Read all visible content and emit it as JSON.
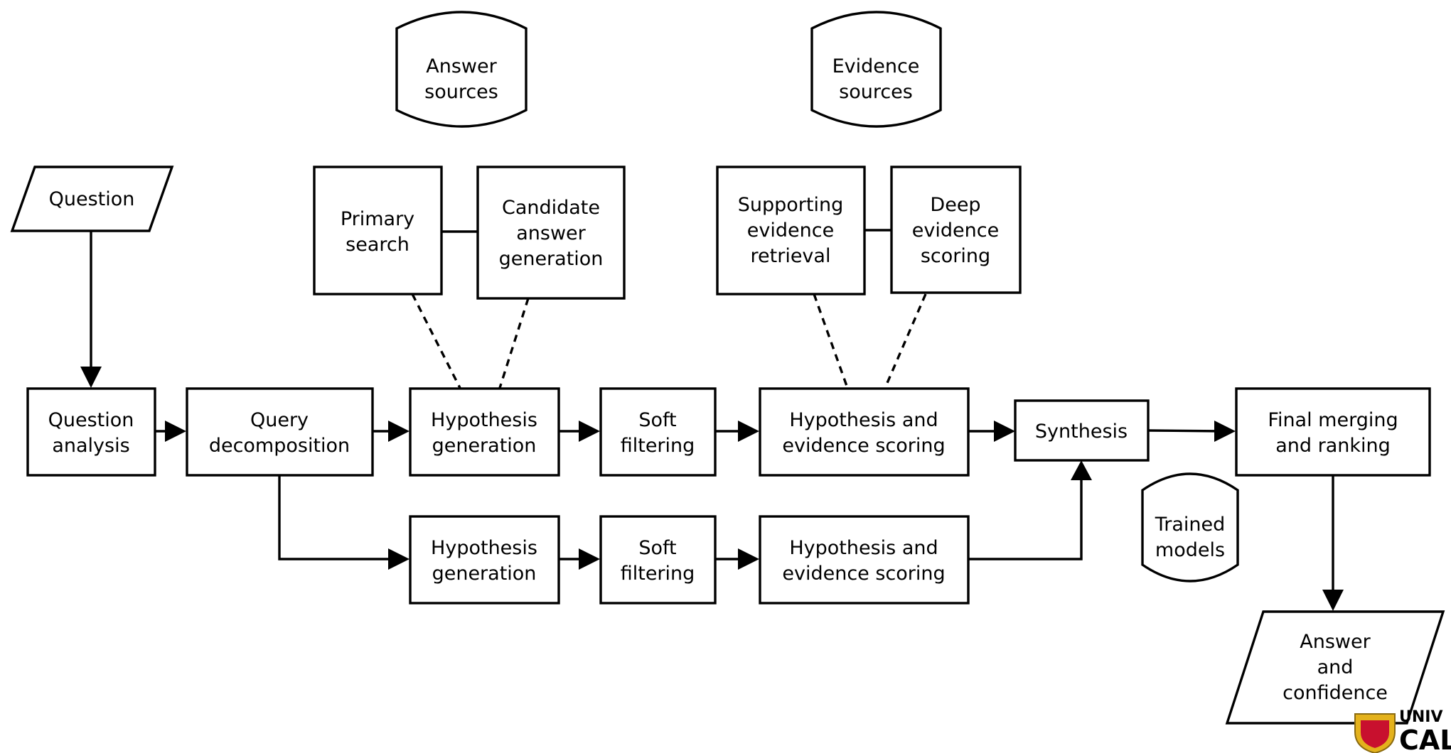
{
  "nodes": {
    "answer_sources": [
      "Answer",
      "sources"
    ],
    "evidence_sources": [
      "Evidence",
      "sources"
    ],
    "question": [
      "Question"
    ],
    "primary_search": [
      "Primary",
      "search"
    ],
    "candidate_answer_generation": [
      "Candidate",
      "answer",
      "generation"
    ],
    "supporting_evidence_retrieval": [
      "Supporting",
      "evidence",
      "retrieval"
    ],
    "deep_evidence_scoring": [
      "Deep",
      "evidence",
      "scoring"
    ],
    "question_analysis": [
      "Question",
      "analysis"
    ],
    "query_decomposition": [
      "Query",
      "decomposition"
    ],
    "hypothesis_generation_1": [
      "Hypothesis",
      "generation"
    ],
    "soft_filtering_1": [
      "Soft",
      "filtering"
    ],
    "hypothesis_evidence_scoring_1": [
      "Hypothesis and",
      "evidence scoring"
    ],
    "synthesis": [
      "Synthesis"
    ],
    "final_merging_ranking": [
      "Final merging",
      "and ranking"
    ],
    "hypothesis_generation_2": [
      "Hypothesis",
      "generation"
    ],
    "soft_filtering_2": [
      "Soft",
      "filtering"
    ],
    "hypothesis_evidence_scoring_2": [
      "Hypothesis and",
      "evidence scoring"
    ],
    "trained_models": [
      "Trained",
      "models"
    ],
    "answer_confidence": [
      "Answer",
      "and",
      "confidence"
    ]
  },
  "logo": {
    "line1": "UNIV",
    "line2": "CAL",
    "shield_color": "#e4b21c",
    "shield_inner_color": "#c8102e"
  }
}
